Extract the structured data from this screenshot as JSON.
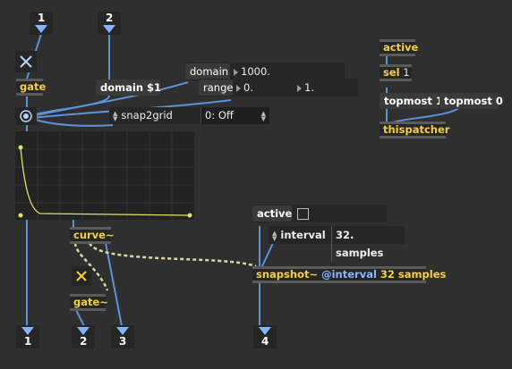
{
  "inlets": [
    {
      "n": "1"
    },
    {
      "n": "2"
    }
  ],
  "outlets": [
    {
      "n": "1"
    },
    {
      "n": "2"
    },
    {
      "n": "3"
    },
    {
      "n": "4"
    }
  ],
  "objects": {
    "gate": "gate",
    "domain_msg": "domain $1",
    "domain_label": "domain",
    "domain_value": "1000.",
    "range_label": "range",
    "range_low": "0.",
    "range_high": "1.",
    "snap2grid": "snap2grid",
    "snap_value": "0: Off",
    "curve": "curve~",
    "gate2": "gate~",
    "active": "active",
    "sel": "sel",
    "sel_arg": "1",
    "topmost1": "topmost 1",
    "topmost0": "topmost 0",
    "thispatcher": "thispatcher",
    "active2": "active",
    "interval_label": "interval",
    "interval_value": "32. samples",
    "snapshot": "snapshot~",
    "snapshot_attr": "@interval",
    "snapshot_arg": "32 samples"
  },
  "colors": {
    "accent": "#f5d13a",
    "cord_blue": "#82b4ff",
    "cord_signal": "#d9d7a8"
  }
}
